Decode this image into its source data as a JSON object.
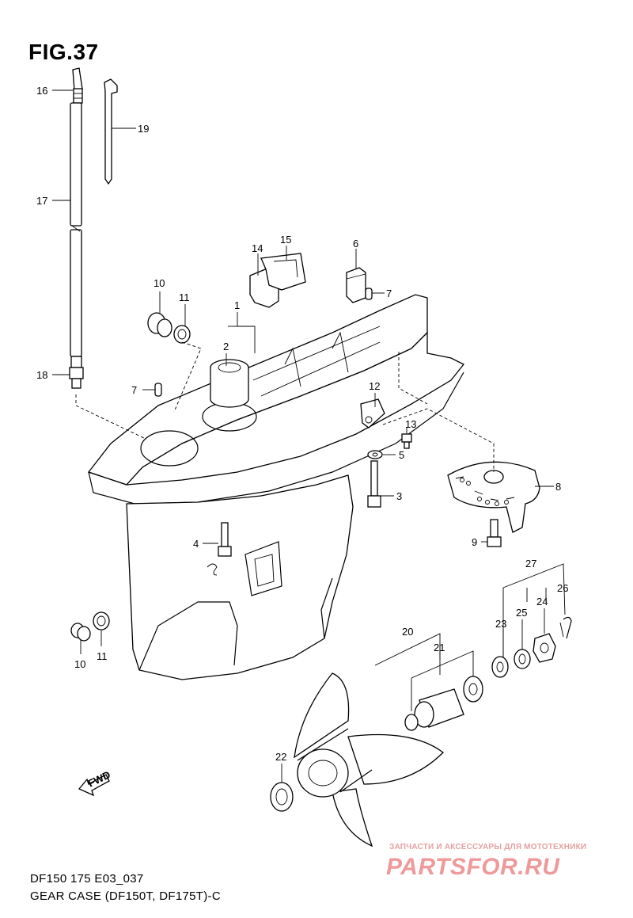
{
  "figure": {
    "title": "FIG.37",
    "code": "DF150 175 E03_037",
    "description": "GEAR CASE (DF150T, DF175T)-C"
  },
  "fwd_label": "FWD",
  "callouts": [
    "16",
    "19",
    "17",
    "18",
    "14",
    "15",
    "6",
    "7",
    "10",
    "11",
    "1",
    "2",
    "7",
    "12",
    "13",
    "5",
    "3",
    "8",
    "9",
    "4",
    "10",
    "11",
    "27",
    "26",
    "25",
    "24",
    "23",
    "20",
    "21",
    "22"
  ],
  "watermark": {
    "tagline": "ЗАПЧАСТИ И АКСЕССУАРЫ ДЛЯ МОТОТЕХНИКИ",
    "brand": "PARTSFOR.RU"
  }
}
